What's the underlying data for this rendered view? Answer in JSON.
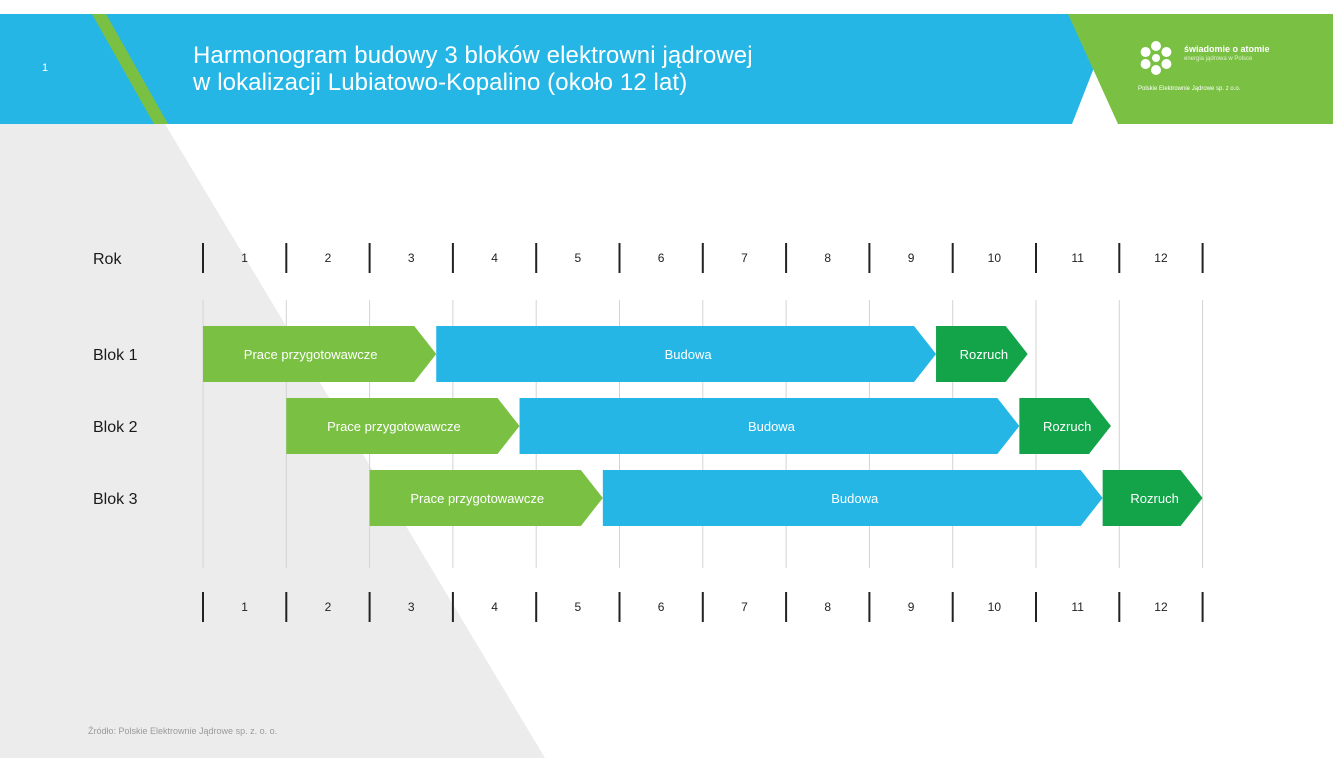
{
  "header": {
    "slide_number": "1",
    "title_line1": "Harmonogram budowy 3 bloków elektrowni jądrowej",
    "title_line2": "w lokalizacji Lubiatowo-Kopalino (około 12 lat)",
    "logo_name": "świadomie o atomie",
    "logo_tagline": "energia jądrowa w Polsce",
    "logo_company": "Polskie Elektrownie Jądrowe sp. z o.o.",
    "colors": {
      "blue": "#25b6e6",
      "green": "#7ac143"
    }
  },
  "footer": {
    "source": "Źródło: Polskie Elektrownie Jądrowe sp. z. o. o."
  },
  "chart_data": {
    "type": "gantt",
    "row_header": "Rok",
    "years": [
      "1",
      "2",
      "3",
      "4",
      "5",
      "6",
      "7",
      "8",
      "9",
      "10",
      "11",
      "12"
    ],
    "x_unit": "year",
    "xlim": [
      0,
      12
    ],
    "grid": true,
    "phase_colors": {
      "Prace przygotowawcze": "#7ac143",
      "Budowa": "#25b6e6",
      "Rozruch": "#13a44a"
    },
    "rows": [
      {
        "label": "Blok 1",
        "phases": [
          {
            "name": "Prace przygotowawcze",
            "start": 0.0,
            "end": 2.8
          },
          {
            "name": "Budowa",
            "start": 2.8,
            "end": 8.8
          },
          {
            "name": "Rozruch",
            "start": 8.8,
            "end": 9.9
          }
        ]
      },
      {
        "label": "Blok 2",
        "phases": [
          {
            "name": "Prace przygotowawcze",
            "start": 1.0,
            "end": 3.8
          },
          {
            "name": "Budowa",
            "start": 3.8,
            "end": 9.8
          },
          {
            "name": "Rozruch",
            "start": 9.8,
            "end": 10.9
          }
        ]
      },
      {
        "label": "Blok 3",
        "phases": [
          {
            "name": "Prace przygotowawcze",
            "start": 2.0,
            "end": 4.8
          },
          {
            "name": "Budowa",
            "start": 4.8,
            "end": 10.8
          },
          {
            "name": "Rozruch",
            "start": 10.8,
            "end": 12.0
          }
        ]
      }
    ]
  }
}
